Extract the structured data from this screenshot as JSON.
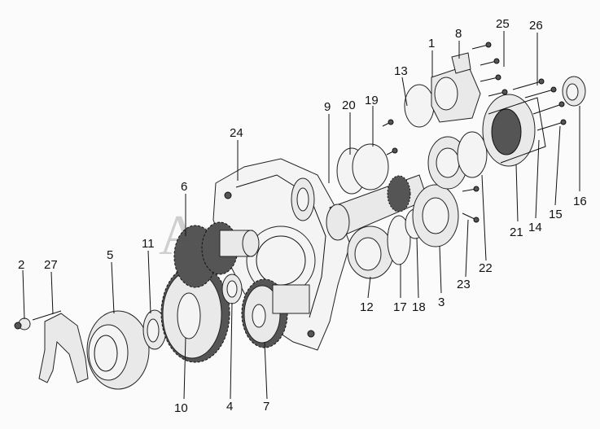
{
  "watermark": "Autoss",
  "callouts": [
    {
      "n": "1"
    },
    {
      "n": "8"
    },
    {
      "n": "25"
    },
    {
      "n": "26"
    },
    {
      "n": "13"
    },
    {
      "n": "9"
    },
    {
      "n": "20"
    },
    {
      "n": "19"
    },
    {
      "n": "24"
    },
    {
      "n": "6"
    },
    {
      "n": "11"
    },
    {
      "n": "5"
    },
    {
      "n": "2"
    },
    {
      "n": "27"
    },
    {
      "n": "10"
    },
    {
      "n": "4"
    },
    {
      "n": "7"
    },
    {
      "n": "12"
    },
    {
      "n": "17"
    },
    {
      "n": "18"
    },
    {
      "n": "3"
    },
    {
      "n": "23"
    },
    {
      "n": "22"
    },
    {
      "n": "21"
    },
    {
      "n": "14"
    },
    {
      "n": "15"
    },
    {
      "n": "16"
    }
  ]
}
